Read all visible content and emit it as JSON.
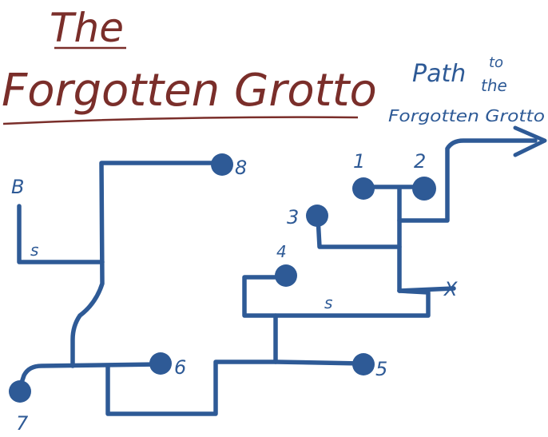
{
  "title": {
    "line1": "The",
    "line2": "Forgotten Grotto"
  },
  "annotation": {
    "word_path": "Path",
    "word_to": "to",
    "word_the": "the",
    "destination": "Forgotten Grotto"
  },
  "labels": {
    "start": "B",
    "exit_mark": "X",
    "s_marker_left": "s",
    "s_marker_right": "s"
  },
  "nodes": [
    {
      "id": "1",
      "label": "1"
    },
    {
      "id": "2",
      "label": "2"
    },
    {
      "id": "3",
      "label": "3"
    },
    {
      "id": "4",
      "label": "4"
    },
    {
      "id": "5",
      "label": "5"
    },
    {
      "id": "6",
      "label": "6"
    },
    {
      "id": "7",
      "label": "7"
    },
    {
      "id": "8",
      "label": "8"
    }
  ],
  "colors": {
    "title": "#7a2e2a",
    "path": "#2e5a96",
    "node": "#2e5a96",
    "text": "#2e5a96"
  }
}
